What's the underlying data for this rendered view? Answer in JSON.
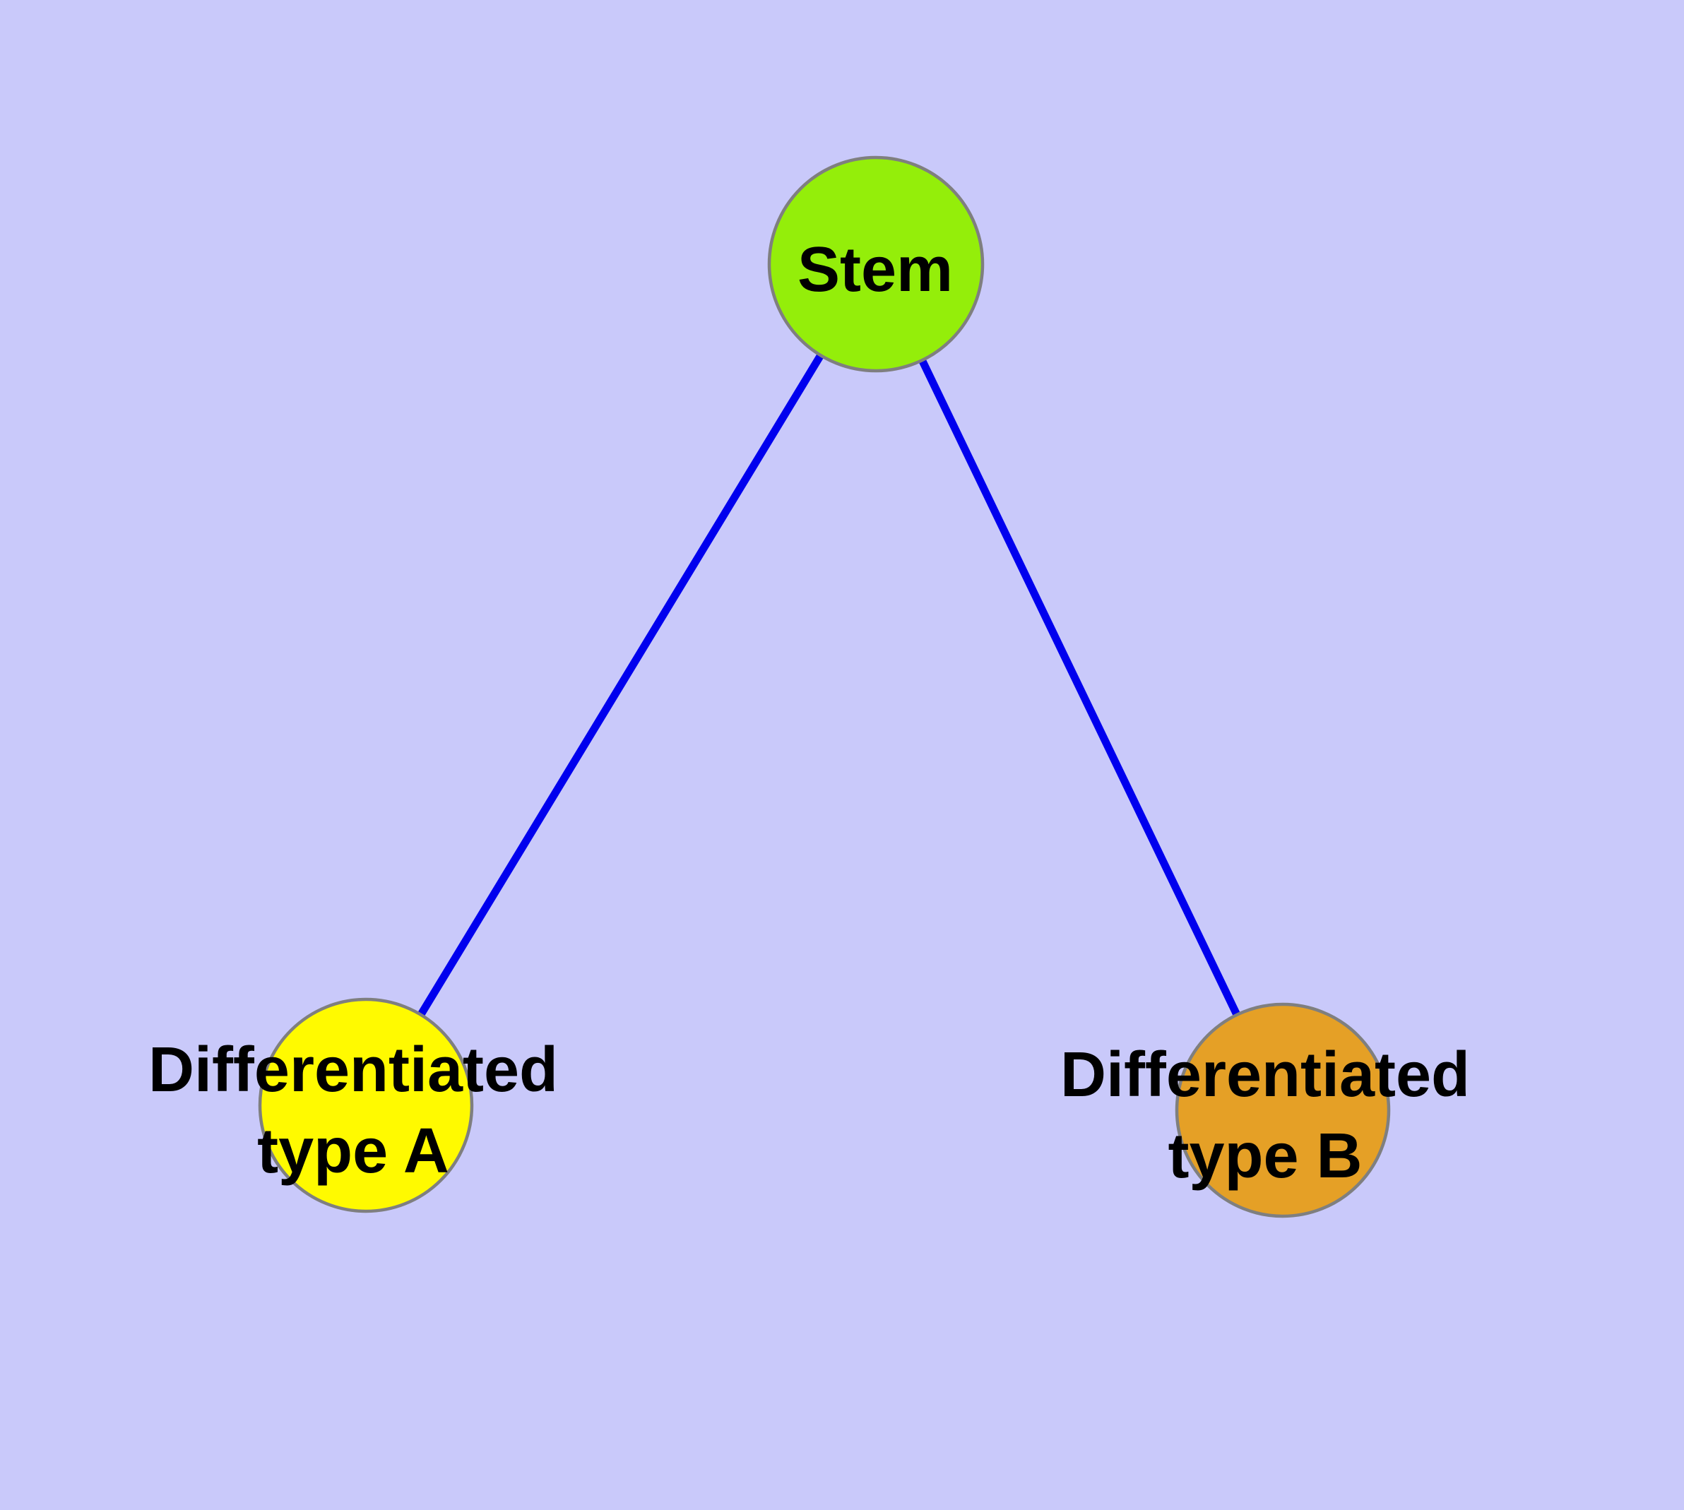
{
  "canvas": {
    "background_color": "#C9C9FA"
  },
  "edges": {
    "color": "#0000EE",
    "items": [
      {
        "from": "Stem",
        "to": "Differentiated type A"
      },
      {
        "from": "Stem",
        "to": "Differentiated type B"
      }
    ]
  },
  "nodes": {
    "stem": {
      "label": "Stem",
      "fill_color": "#94EE0A",
      "border_color": "#7F7F7F"
    },
    "diff_a": {
      "label": "Differentiated type A",
      "lines": [
        "Differentiated",
        "type A"
      ],
      "fill_color": "#FFFA00",
      "border_color": "#7F7F7F"
    },
    "diff_b": {
      "label": "Differentiated type B",
      "lines": [
        "Differentiated",
        "type B"
      ],
      "fill_color": "#E5A026",
      "border_color": "#7F7F7F"
    }
  }
}
